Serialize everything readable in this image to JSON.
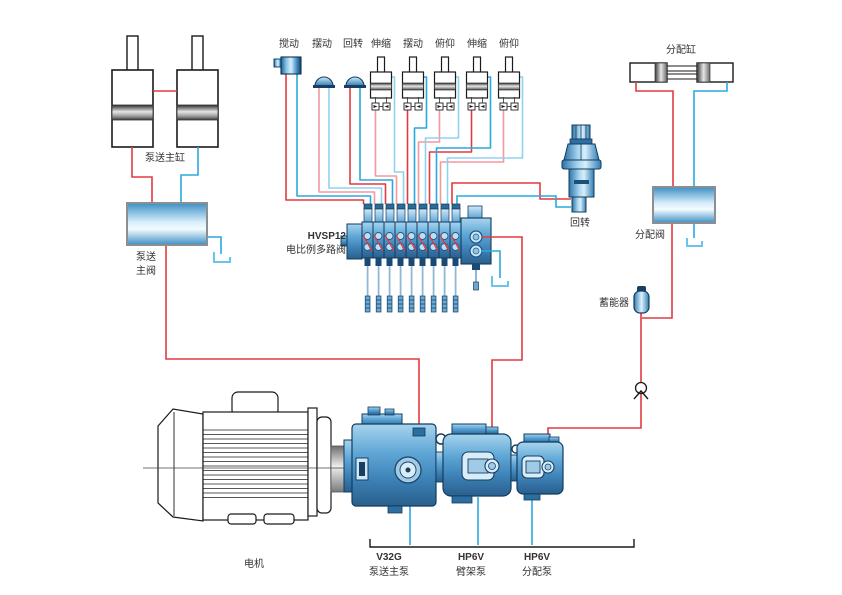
{
  "diagram": {
    "actuators": {
      "labels": [
        "搅动",
        "摆动",
        "回转",
        "伸缩",
        "摆动",
        "俯仰",
        "伸缩",
        "俯仰"
      ]
    },
    "left": {
      "pump_main_cylinders": "泵送主缸",
      "pump_main_valve_line1": "泵送",
      "pump_main_valve_line2": "主阀"
    },
    "valve_bank": {
      "model": "HVSP12",
      "name": "电比例多路阀"
    },
    "rotary": {
      "label": "回转"
    },
    "right": {
      "distribution_cylinder": "分配缸",
      "distribution_valve": "分配阀",
      "accumulator": "蓄能器"
    },
    "bottom": {
      "motor": "电机",
      "pumps": [
        {
          "model": "V32G",
          "name": "泵送主泵"
        },
        {
          "model": "HP6V",
          "name": "臂架泵"
        },
        {
          "model": "HP6V",
          "name": "分配泵"
        }
      ]
    },
    "colors": {
      "pressure_line": "#e23a40",
      "pressure_line_light": "#f29aa0",
      "return_line": "#2aa9e0",
      "return_line_light": "#8fd2f0",
      "component_blue": "#3d8ec4",
      "outline_blue": "#123c5e"
    }
  }
}
